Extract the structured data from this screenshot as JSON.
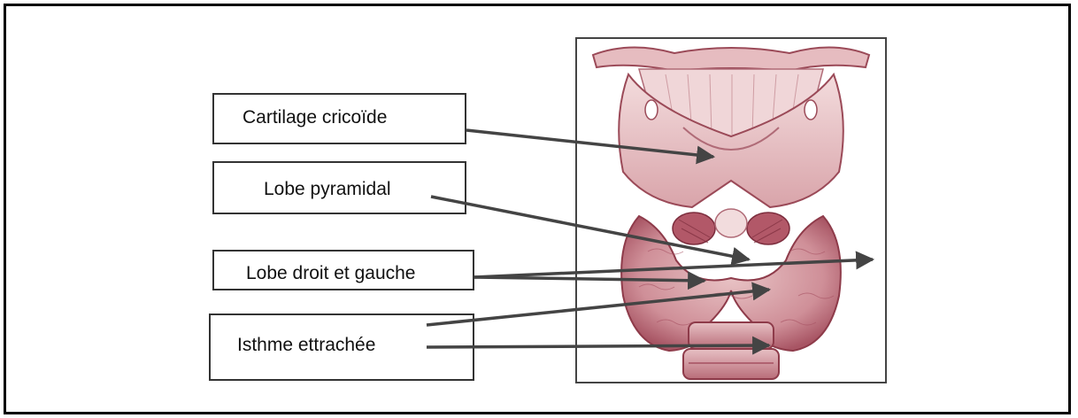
{
  "labels": {
    "cricoid": "Cartilage cricoïde",
    "pyramidal": "Lobe pyramidal",
    "lobes": "Lobe droit et gauche",
    "isthmus": "Isthme ettrachée"
  },
  "colors": {
    "tissue_light": "#e8c7c9",
    "tissue_mid": "#c98d95",
    "tissue_dark": "#8e3b4a",
    "arrow": "#444444"
  }
}
